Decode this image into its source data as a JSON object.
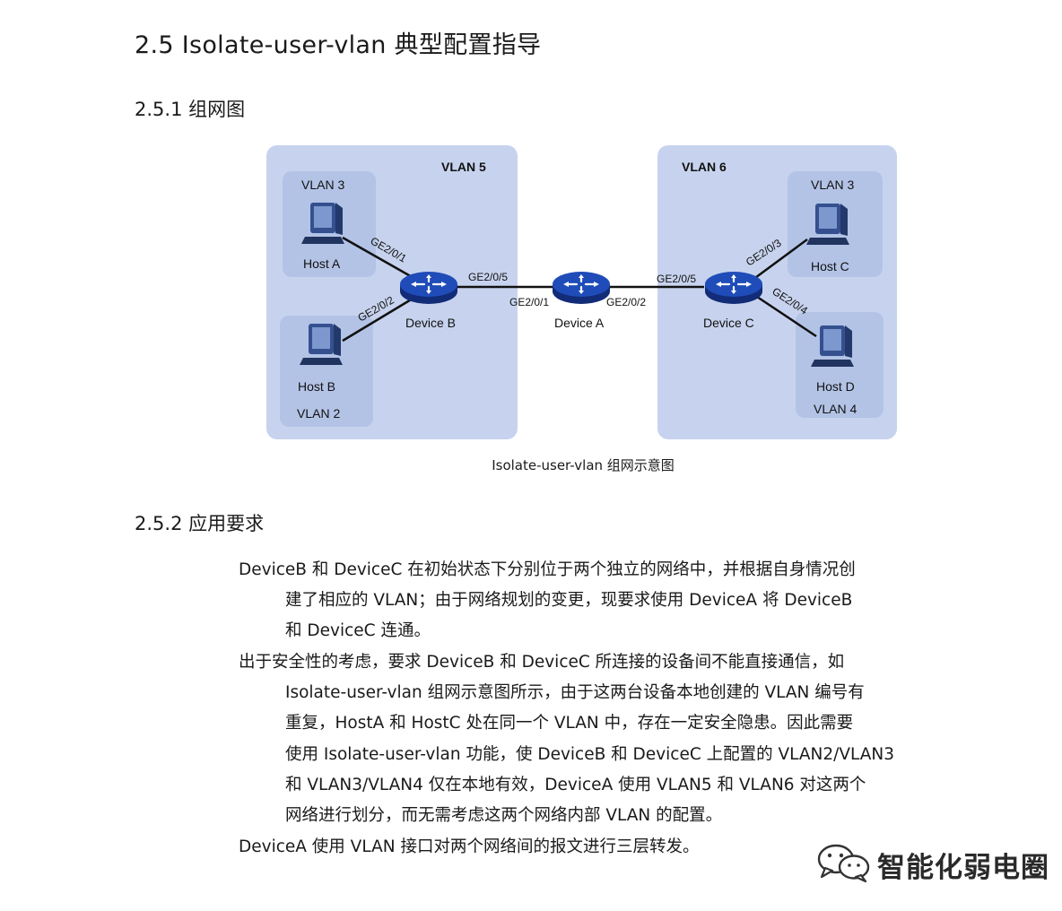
{
  "heading": "2.5 Isolate-user-vlan 典型配置指导",
  "section1": {
    "title": "2.5.1  组网图"
  },
  "diagram": {
    "regions": {
      "left": "VLAN 5",
      "right": "VLAN 6"
    },
    "hosts": {
      "a": {
        "label": "Host A",
        "vlan": "VLAN 3"
      },
      "b": {
        "label": "Host B",
        "vlan": "VLAN 2"
      },
      "c": {
        "label": "Host C",
        "vlan": "VLAN 3"
      },
      "d": {
        "label": "Host D",
        "vlan": "VLAN 4"
      }
    },
    "devices": {
      "a": "Device A",
      "b": "Device B",
      "c": "Device C"
    },
    "ports": {
      "b_to_host_a": "GE2/0/1",
      "b_to_host_b": "GE2/0/2",
      "b_to_a": "GE2/0/5",
      "a_to_b": "GE2/0/1",
      "a_to_c": "GE2/0/2",
      "c_to_a": "GE2/0/5",
      "c_to_host_c": "GE2/0/3",
      "c_to_host_d": "GE2/0/4"
    },
    "caption": "Isolate-user-vlan 组网示意图",
    "colors": {
      "region": "#c7d3ee",
      "inner": "#b3c3e6",
      "device": "#1a3d9e",
      "host": "#2f4a8c"
    }
  },
  "section2": {
    "title": "2.5.2  应用要求"
  },
  "paragraphs": [
    {
      "lines": [
        "DeviceB 和 DeviceC 在初始状态下分别位于两个独立的网络中，并根据自身情况创",
        "建了相应的 VLAN；由于网络规划的变更，现要求使用 DeviceA 将 DeviceB",
        "和 DeviceC 连通。"
      ]
    },
    {
      "lines": [
        "出于安全性的考虑，要求 DeviceB 和 DeviceC 所连接的设备间不能直接通信，如",
        "Isolate-user-vlan 组网示意图所示，由于这两台设备本地创建的 VLAN 编号有",
        "重复，HostA 和 HostC 处在同一个 VLAN 中，存在一定安全隐患。因此需要",
        "使用 Isolate-user-vlan 功能，使 DeviceB 和 DeviceC 上配置的 VLAN2/VLAN3",
        "和 VLAN3/VLAN4 仅在本地有效，DeviceA 使用 VLAN5 和 VLAN6 对这两个",
        "网络进行划分，而无需考虑这两个网络内部 VLAN 的配置。"
      ]
    },
    {
      "lines": [
        "DeviceA 使用 VLAN 接口对两个网络间的报文进行三层转发。"
      ]
    }
  ],
  "watermark": {
    "text": "智能化弱电圈",
    "icon": "wechat-icon"
  }
}
